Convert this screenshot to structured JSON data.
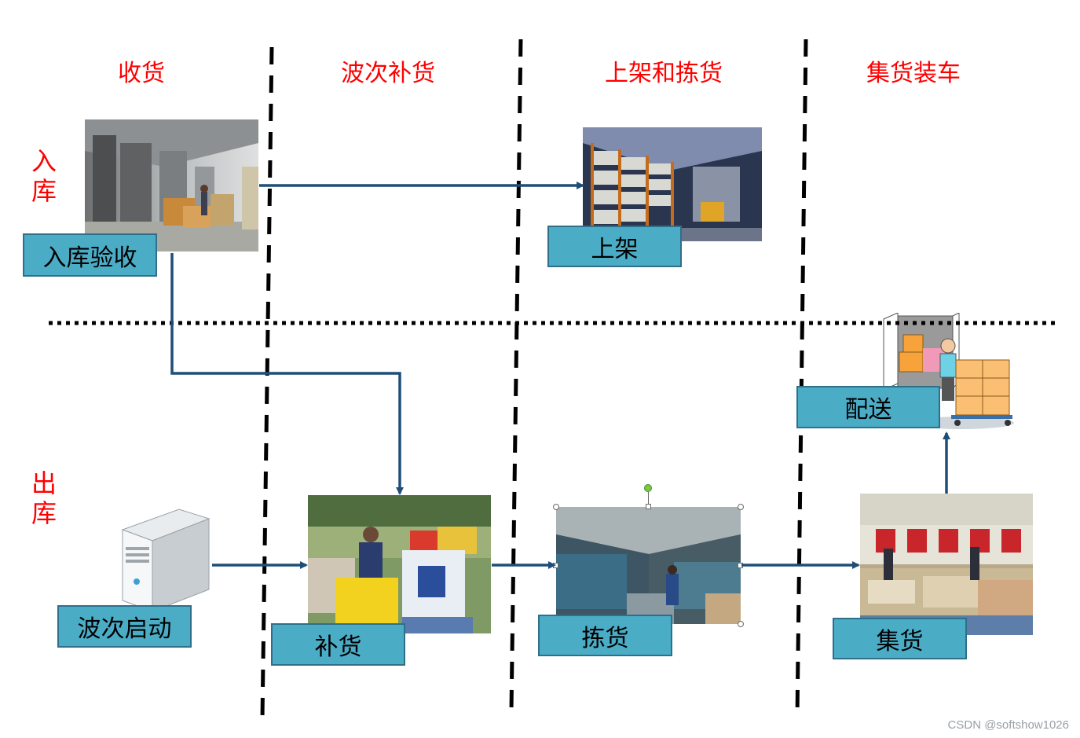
{
  "columns": [
    "收货",
    "波次补货",
    "上架和拣货",
    "集货装车"
  ],
  "rows": [
    "入库",
    "出库"
  ],
  "boxes": {
    "inbound_check": "入库验收",
    "shelving": "上架",
    "wave_start": "波次启动",
    "replenish": "补货",
    "picking": "拣货",
    "consolidate": "集货",
    "delivery": "配送"
  },
  "watermark": "CSDN @softshow1026",
  "colors": {
    "column_title": "#ff0000",
    "box_fill": "#4bacc6",
    "arrow": "#1f4e79"
  }
}
